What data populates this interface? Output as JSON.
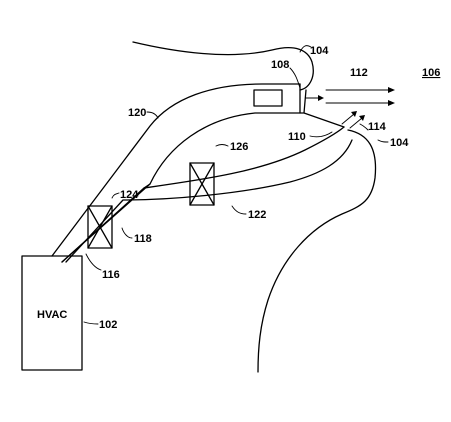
{
  "labels": {
    "hvac": "HVAC",
    "ref_102": "102",
    "ref_104_top": "104",
    "ref_104_right": "104",
    "ref_106": "106",
    "ref_108": "108",
    "ref_110": "110",
    "ref_112": "112",
    "ref_114": "114",
    "ref_116": "116",
    "ref_118": "118",
    "ref_120": "120",
    "ref_122": "122",
    "ref_124": "124",
    "ref_126": "126"
  }
}
